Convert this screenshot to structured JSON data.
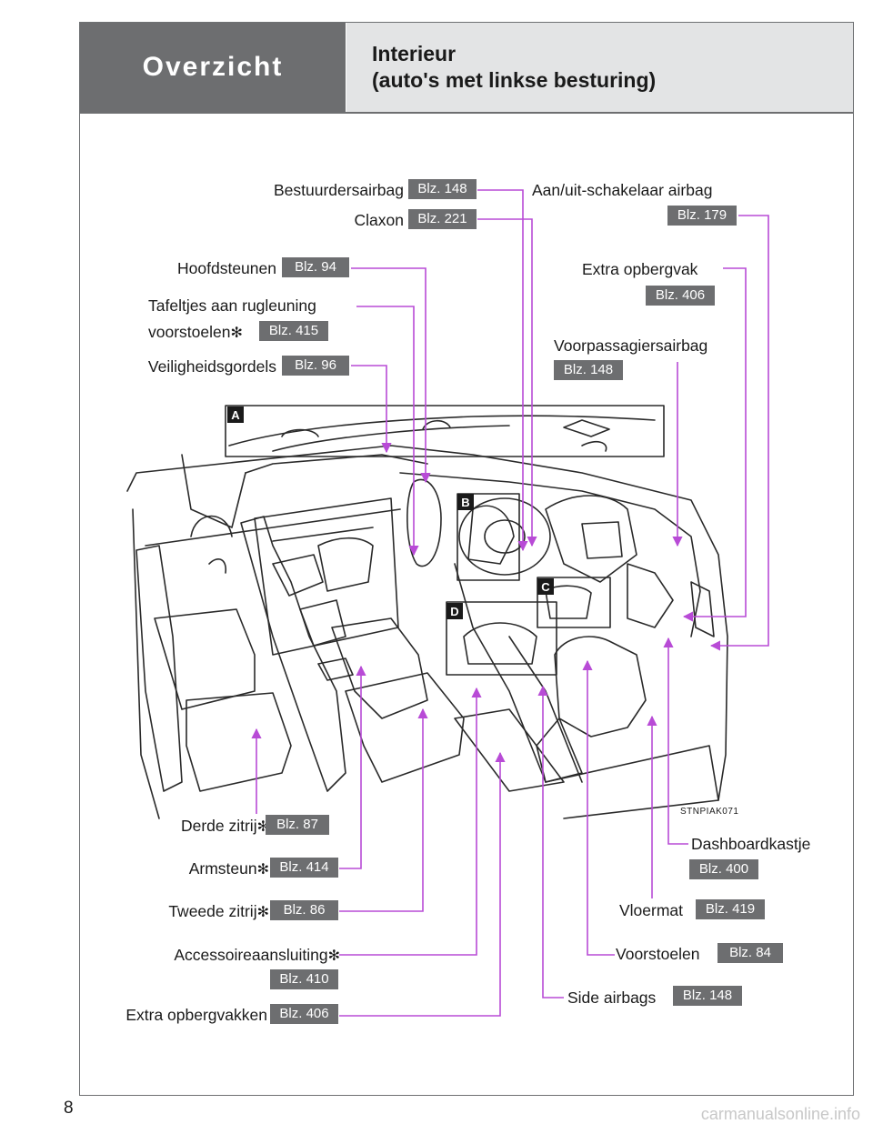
{
  "header": {
    "section": "Overzicht",
    "title_line1": "Interieur",
    "title_line2": "(auto's met linkse besturing)"
  },
  "illustration": {
    "code": "STNPIAK071",
    "callouts": [
      "A",
      "B",
      "C",
      "D"
    ]
  },
  "labels": {
    "bestuurdersairbag": {
      "text": "Bestuurdersairbag",
      "page": "Blz. 148"
    },
    "claxon": {
      "text": "Claxon",
      "page": "Blz. 221"
    },
    "hoofdsteunen": {
      "text": "Hoofdsteunen",
      "page": "Blz. 94"
    },
    "tafeltjes": {
      "text1": "Tafeltjes aan rugleuning",
      "text2": "voorstoelen",
      "page": "Blz. 415"
    },
    "veiligheidsgordels": {
      "text": "Veiligheidsgordels",
      "page": "Blz. 96"
    },
    "aan_uit": {
      "text": "Aan/uit-schakelaar airbag",
      "page": "Blz. 179"
    },
    "extra_opbergvak": {
      "text": "Extra opbergvak",
      "page": "Blz. 406"
    },
    "voorpassagiersairbag": {
      "text": "Voorpassagiersairbag",
      "page": "Blz. 148"
    },
    "derde_zitrij": {
      "text": "Derde zitrij",
      "page": "Blz. 87"
    },
    "armsteun": {
      "text": "Armsteun",
      "page": "Blz. 414"
    },
    "tweede_zitrij": {
      "text": "Tweede zitrij",
      "page": "Blz. 86"
    },
    "accessoire": {
      "text": "Accessoireaansluiting",
      "page": "Blz. 410"
    },
    "extra_opbergvakken": {
      "text": "Extra opbergvakken",
      "page": "Blz. 406"
    },
    "dashboardkastje": {
      "text": "Dashboardkastje",
      "page": "Blz. 400"
    },
    "vloermat": {
      "text": "Vloermat",
      "page": "Blz. 419"
    },
    "voorstoelen": {
      "text": "Voorstoelen",
      "page": "Blz. 84"
    },
    "side_airbags": {
      "text": "Side airbags",
      "page": "Blz. 148"
    }
  },
  "star": "✻",
  "page_number": "8",
  "watermark": "carmanualsonline.info",
  "colors": {
    "leader": "#b84bd6",
    "header_dark": "#6d6e70",
    "header_light": "#e3e4e5",
    "badge": "#6d6e70"
  }
}
